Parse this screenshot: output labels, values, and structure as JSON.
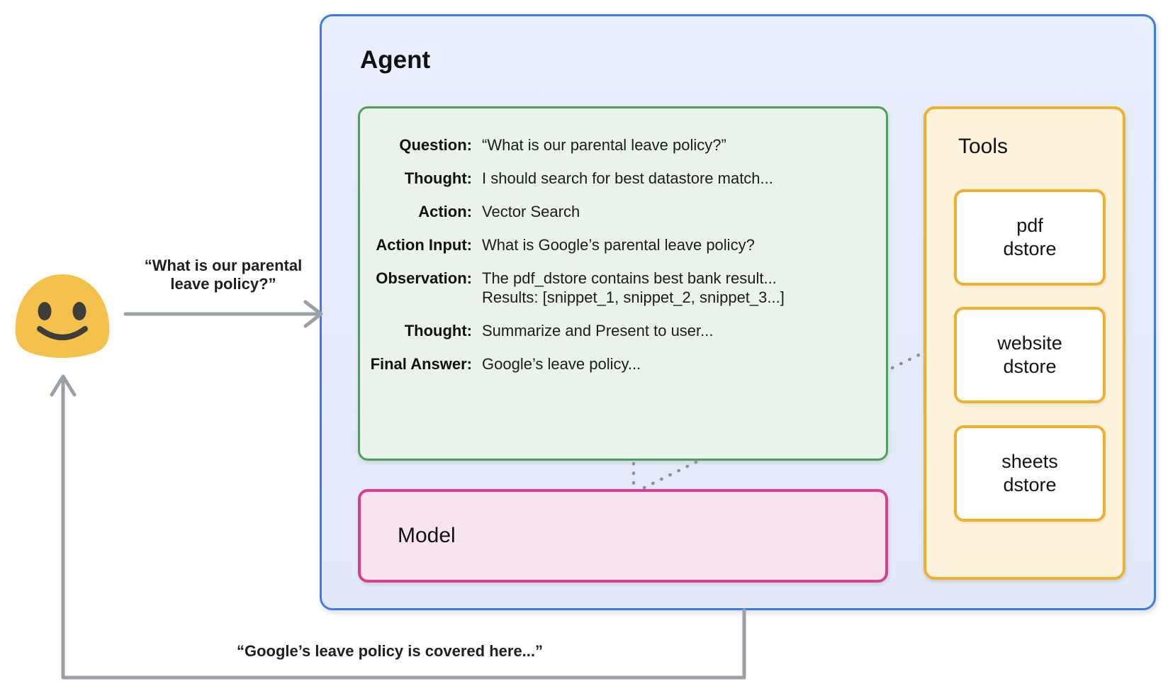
{
  "agent": {
    "title": "Agent"
  },
  "transcript": {
    "rows": [
      {
        "label": "Question:",
        "value": "“What is our parental leave policy?”"
      },
      {
        "label": "Thought:",
        "value": "I should search for best datastore match..."
      },
      {
        "label": "Action:",
        "value": "Vector Search"
      },
      {
        "label": "Action Input:",
        "value": "What is Google’s parental leave policy?"
      },
      {
        "label": "Observation:",
        "value": "The pdf_dstore contains best bank result...",
        "value2": "Results: [snippet_1, snippet_2, snippet_3...]"
      },
      {
        "label": "Thought:",
        "value": "Summarize and Present to user..."
      },
      {
        "label": "Final Answer:",
        "value": "Google’s leave policy..."
      }
    ]
  },
  "model": {
    "title": "Model"
  },
  "tools": {
    "title": "Tools",
    "items": [
      {
        "line1": "pdf",
        "line2": "dstore"
      },
      {
        "line1": "website",
        "line2": "dstore"
      },
      {
        "line1": "sheets",
        "line2": "dstore"
      }
    ]
  },
  "annotations": {
    "request": "“What is our parental leave policy?”",
    "response": "“Google’s leave policy is covered here...”"
  },
  "icons": {
    "user": "smiling-blob-emoji",
    "request_arrow": "right-arrow",
    "response_arrow": "up-return-arrow",
    "connectors": "dotted-connector"
  },
  "colors": {
    "agent_fill": "#e7edfc",
    "agent_border": "#3d7be8",
    "transcript_fill": "#e9f3ea",
    "transcript_border": "#4da25a",
    "tools_fill": "#fcf3da",
    "tools_border": "#efb02f",
    "model_fill": "#f9e3ef",
    "model_border": "#d5418d",
    "arrow_gray": "#9aa0a6",
    "dotted_gray": "#8e9397",
    "emoji_yellow": "#f3c14c",
    "emoji_features": "#3e3d39",
    "text": "#1b1b1b"
  }
}
